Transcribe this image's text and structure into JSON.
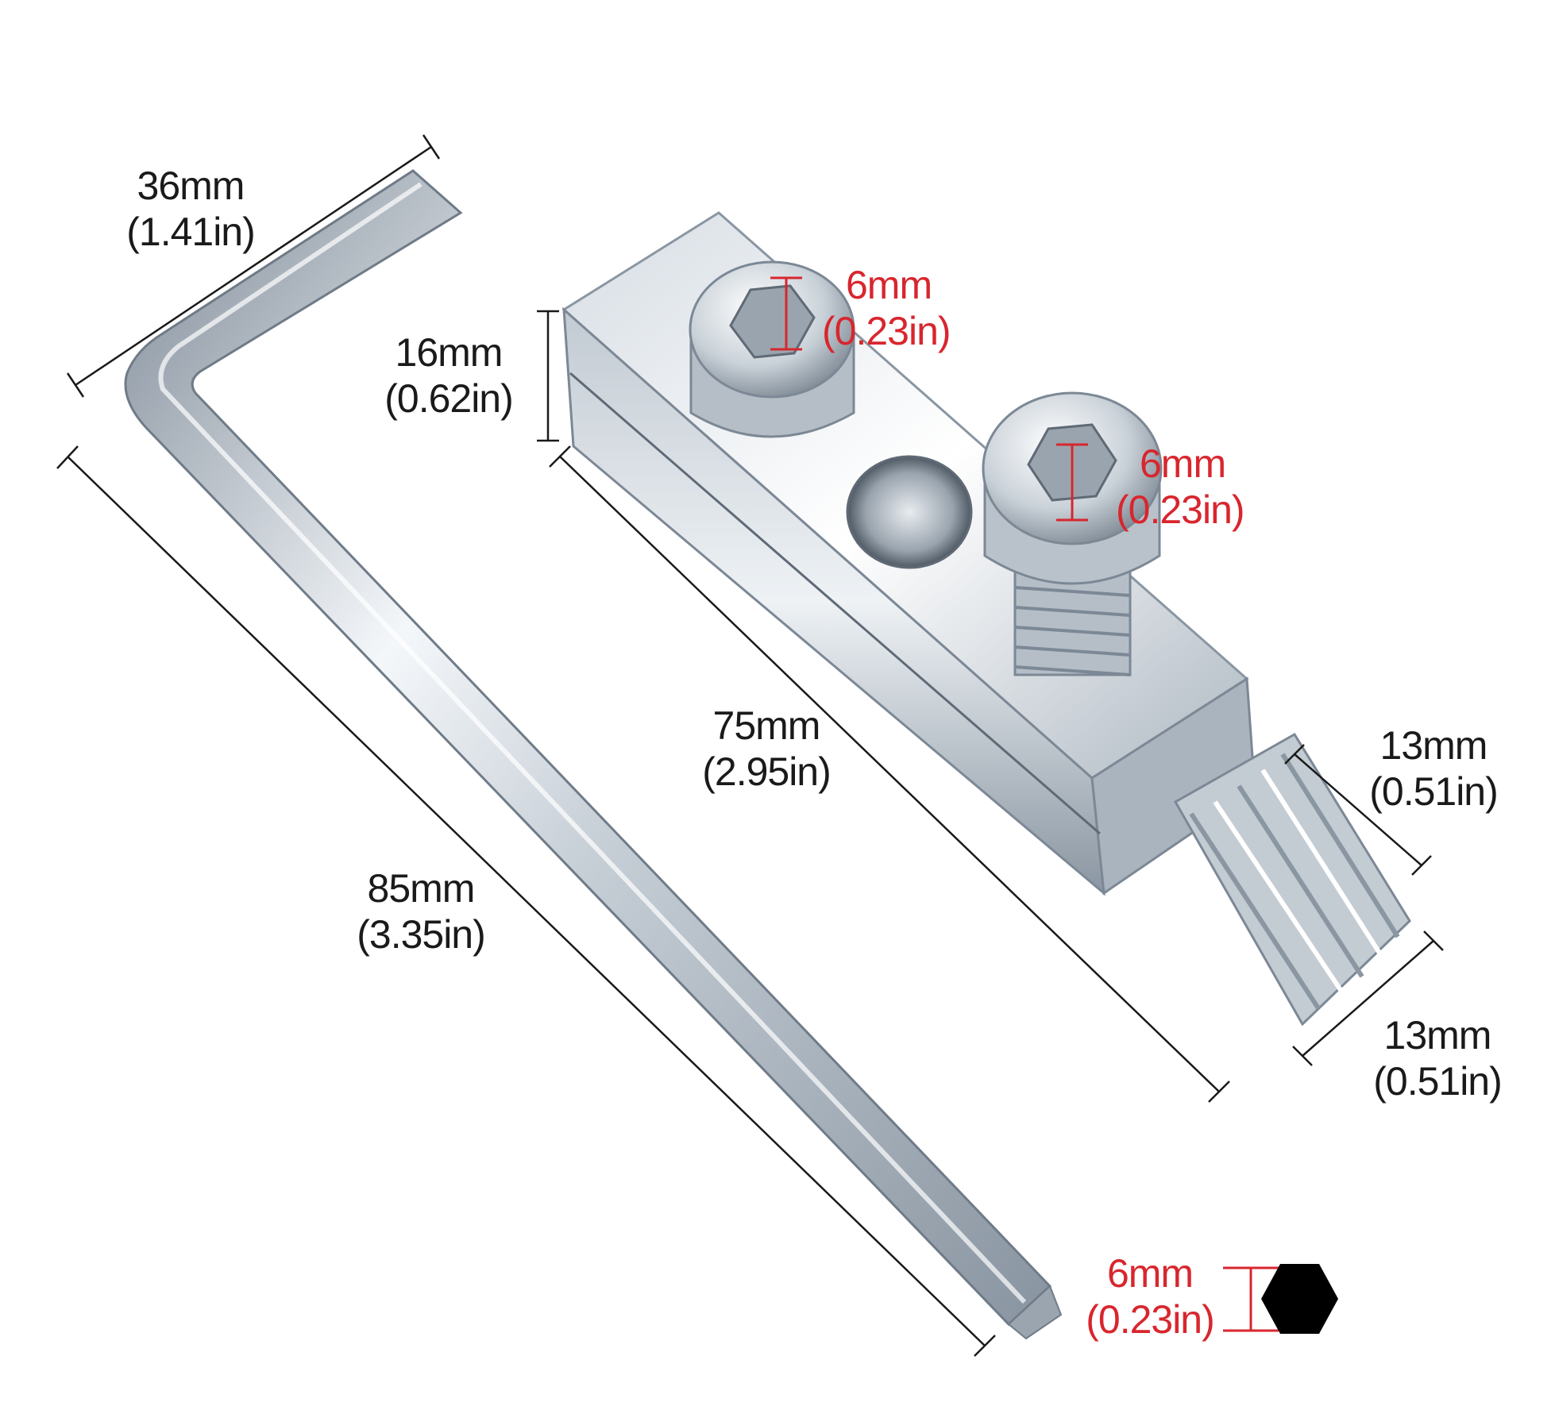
{
  "colors": {
    "background": "#ffffff",
    "dimension_text": "#1a1a1a",
    "hex_size_text": "#d8262e",
    "metal_light": "#eef2f6",
    "metal_mid": "#b9c3cd",
    "metal_dark": "#7c8895",
    "hex_symbol": "#000000"
  },
  "dimensions": {
    "wrench_short_leg": {
      "mm": "36mm",
      "inch": "(1.41in)"
    },
    "wrench_long_leg": {
      "mm": "85mm",
      "inch": "(3.35in)"
    },
    "wrench_hex_size": {
      "mm": "6mm",
      "inch": "(0.23in)"
    },
    "block_height": {
      "mm": "16mm",
      "inch": "(0.62in)"
    },
    "block_length": {
      "mm": "75mm",
      "inch": "(2.95in)"
    },
    "bolt_1_hex": {
      "mm": "6mm",
      "inch": "(0.23in)"
    },
    "bolt_2_hex": {
      "mm": "6mm",
      "inch": "(0.23in)"
    },
    "tip_width": {
      "mm": "13mm",
      "inch": "(0.51in)"
    },
    "tip_length": {
      "mm": "13mm",
      "inch": "(0.51in)"
    }
  },
  "icons": {
    "hex_cross_section": "hexagon-icon"
  }
}
